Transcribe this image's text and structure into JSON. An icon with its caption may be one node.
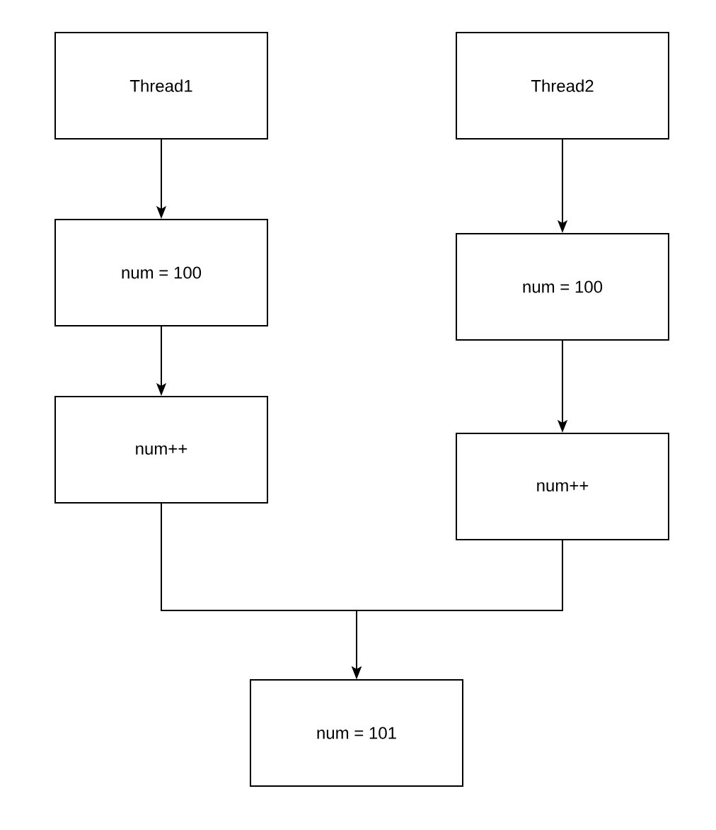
{
  "diagram": {
    "nodes": [
      {
        "text": [
          "Thread1"
        ]
      },
      {
        "text": [
          "Thread2"
        ]
      },
      {
        "text": [
          "num = 100"
        ]
      },
      {
        "text": [
          "num = 100"
        ]
      },
      {
        "text": [
          "num++"
        ]
      },
      {
        "text": [
          "num++"
        ]
      },
      {
        "text": [
          "num = 101"
        ]
      }
    ],
    "edges": [
      {
        "from": 0,
        "to": 2,
        "arrow": "to"
      },
      {
        "from": 2,
        "to": 4,
        "arrow": "to"
      },
      {
        "from": 1,
        "to": 3,
        "arrow": "to"
      },
      {
        "from": 3,
        "to": 5,
        "arrow": "to"
      },
      {
        "from": 4,
        "to": 6,
        "arrow": "to"
      },
      {
        "from": 5,
        "to": 6,
        "arrow": "to"
      }
    ]
  }
}
